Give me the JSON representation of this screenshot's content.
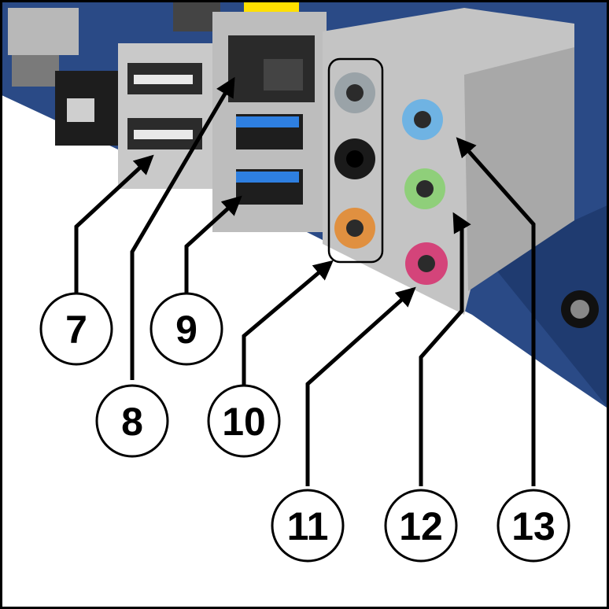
{
  "callouts": [
    {
      "id": "7",
      "label": "7"
    },
    {
      "id": "8",
      "label": "8"
    },
    {
      "id": "9",
      "label": "9"
    },
    {
      "id": "10",
      "label": "10"
    },
    {
      "id": "11",
      "label": "11"
    },
    {
      "id": "12",
      "label": "12"
    },
    {
      "id": "13",
      "label": "13"
    }
  ],
  "colors": {
    "board_blue": "#2a4a86",
    "metal": "#c8c8c8",
    "usb_blue": "#2e7fe0",
    "jack_gray": "#9aa3a8",
    "jack_black": "#1a1a1a",
    "jack_orange": "#e09040",
    "jack_lightblue": "#6fb3e3",
    "jack_green": "#8fcf7a",
    "jack_pink": "#d4447a"
  }
}
